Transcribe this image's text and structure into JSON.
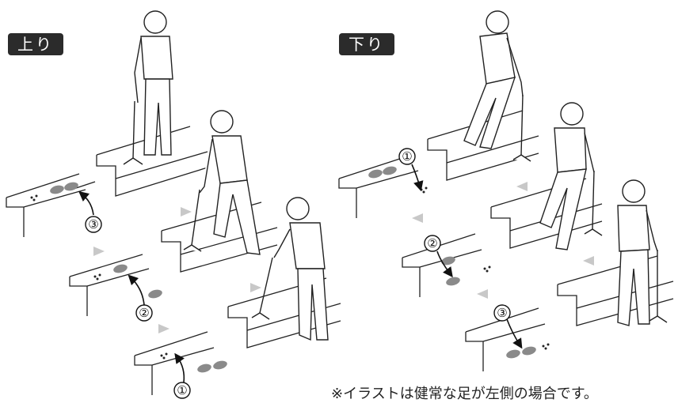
{
  "sections": {
    "up": {
      "label": "上り"
    },
    "down": {
      "label": "下り"
    }
  },
  "steps": {
    "up": [
      "③",
      "②",
      "①"
    ],
    "down": [
      "①",
      "②",
      "③"
    ]
  },
  "footnote": "※イラストは健常な足が左側の場合です。",
  "colors": {
    "label_bg": "#2b2b2b",
    "footprint": "#8a8a8a",
    "line": "#222222"
  }
}
